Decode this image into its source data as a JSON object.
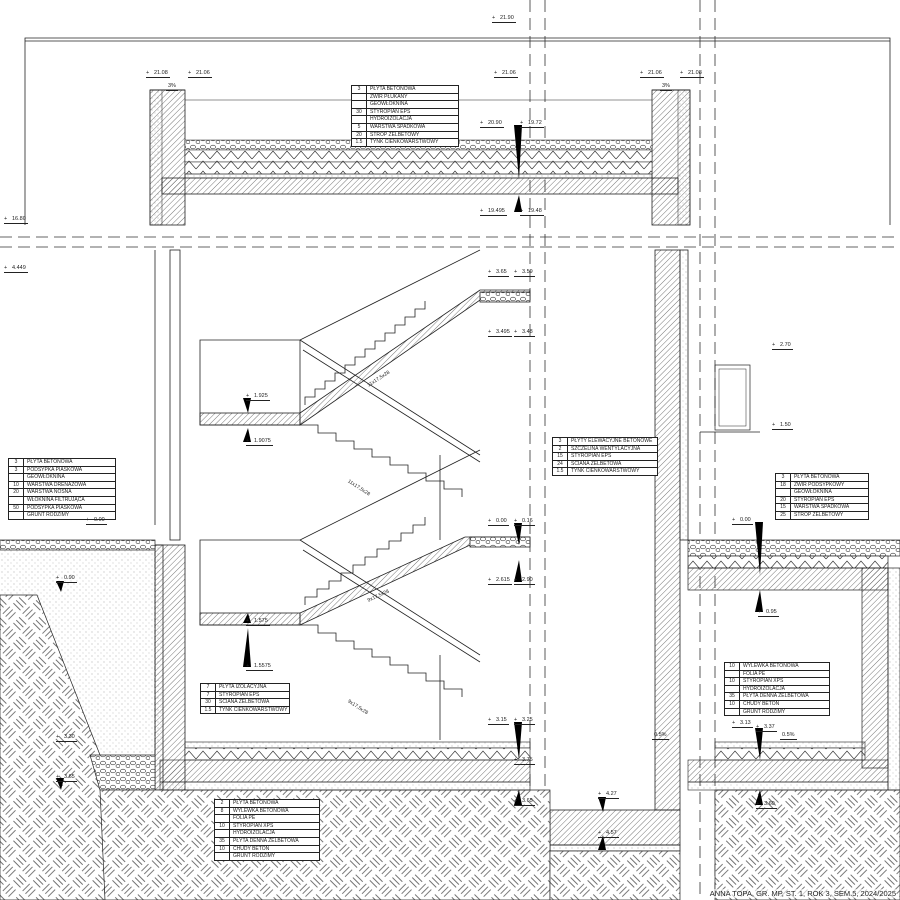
{
  "title_block": "ANNA TOPA, GR. MP, ST. 1, ROK 3, SEM.5, 2024/2025",
  "colors": {
    "line": "#222222",
    "hatch": "#555555",
    "background": "#ffffff"
  },
  "layer_tables": {
    "roof": [
      {
        "n": "3",
        "t": "PŁYTA BETONOWA"
      },
      {
        "n": "",
        "t": "ŻWIR PŁUKANY"
      },
      {
        "n": "",
        "t": "GEOWŁÓKNINA"
      },
      {
        "n": "30",
        "t": "STYROPIAN EPS"
      },
      {
        "n": "",
        "t": "HYDROIZOLACJA"
      },
      {
        "n": "5",
        "t": "WARSTWA SPADKOWA"
      },
      {
        "n": "20",
        "t": "STROP ŻELBETOWY"
      },
      {
        "n": "1.5",
        "t": "TYNK CIENKOWARSTWOWY"
      }
    ],
    "terrace": [
      {
        "n": "3",
        "t": "PŁYTA BETONOWA"
      },
      {
        "n": "3",
        "t": "PODSYPKA PIASKOWA"
      },
      {
        "n": "",
        "t": "GEOWŁÓKNINA"
      },
      {
        "n": "10",
        "t": "WARSTWA DRENAŻOWA"
      },
      {
        "n": "20",
        "t": "WARSTWA NOŚNA"
      },
      {
        "n": "",
        "t": "WŁÓKNINA FILTRUJĄCA"
      },
      {
        "n": "50",
        "t": "PODSYPKA PIASKOWA"
      },
      {
        "n": "",
        "t": "GRUNT RODZIMY"
      }
    ],
    "facade_wall": [
      {
        "n": "3",
        "t": "PŁYTY ELEWACYJNE BETONOWE"
      },
      {
        "n": "2",
        "t": "SZCZELINA WENTYLACYJNA"
      },
      {
        "n": "15",
        "t": "STYROPIAN EPS"
      },
      {
        "n": "24",
        "t": "ŚCIANA ŻELBETOWA"
      },
      {
        "n": "1.5",
        "t": "TYNK CIENKOWARSTWOWY"
      }
    ],
    "green_roof": [
      {
        "n": "3",
        "t": "PŁYTA BETONOWA"
      },
      {
        "n": "18",
        "t": "ŻWIR PODSYPKOWY"
      },
      {
        "n": "",
        "t": "GEOWŁÓKNINA"
      },
      {
        "n": "20",
        "t": "STYROPIAN EPS"
      },
      {
        "n": "15",
        "t": "WARSTWA SPADKOWA"
      },
      {
        "n": "25",
        "t": "STROP ŻELBETOWY"
      }
    ],
    "basement_wall": [
      {
        "n": "7",
        "t": "PŁYTA IZOLACYJNA"
      },
      {
        "n": "7",
        "t": "STYROPIAN EPS"
      },
      {
        "n": "30",
        "t": "ŚCIANA ŻELBETOWA"
      },
      {
        "n": "1.5",
        "t": "TYNK CIENKOWARSTWOWY"
      }
    ],
    "basement_floor": [
      {
        "n": "2",
        "t": "PŁYTA BETONOWA"
      },
      {
        "n": "8",
        "t": "WYLEWKA BETONOWA"
      },
      {
        "n": "",
        "t": "FOLIA PE"
      },
      {
        "n": "10",
        "t": "STYROPIAN XPS"
      },
      {
        "n": "",
        "t": "HYDROIZOLACJA"
      },
      {
        "n": "35",
        "t": "PŁYTA DENNA ŻELBETOWA"
      },
      {
        "n": "10",
        "t": "CHUDY BETON"
      },
      {
        "n": "",
        "t": "GRUNT RODZIMY"
      }
    ],
    "right_floor": [
      {
        "n": "10",
        "t": "WYLEWKA BETONOWA"
      },
      {
        "n": "",
        "t": "FOLIA PE"
      },
      {
        "n": "10",
        "t": "STYROPIAN XPS"
      },
      {
        "n": "",
        "t": "HYDROIZOLACJA"
      },
      {
        "n": "35",
        "t": "PŁYTA DENNA ŻELBETOWA"
      },
      {
        "n": "10",
        "t": "CHUDY BETON"
      },
      {
        "n": "",
        "t": "GRUNT RODZIMY"
      }
    ]
  },
  "elevations": [
    "21.90",
    "21.08",
    "21.06",
    "21.06",
    "21.06",
    "21.08",
    "20.90",
    "19.72",
    "19.495",
    "19.48",
    "16.80",
    "4.449",
    "3.65",
    "3.59",
    "3.495",
    "3.48",
    "1.925",
    "1.9075",
    "0.00",
    "0.16",
    "2.615",
    "2.90",
    "1.575",
    "1.5575",
    "0.90",
    "3.30",
    "3.65",
    "0.00",
    "3.15",
    "3.25",
    "3.75",
    "3.65",
    "4.27",
    "4.57",
    "2.70",
    "1.50",
    "0.00",
    "0.95",
    "3.13",
    "3.37",
    "3.60"
  ],
  "slopes": [
    "3%",
    "3%",
    "0.5%",
    "0.5%"
  ],
  "stair_labels": [
    "11x17,5x28",
    "11x17,5x28",
    "9x17,5x28",
    "9x17,5x28"
  ]
}
